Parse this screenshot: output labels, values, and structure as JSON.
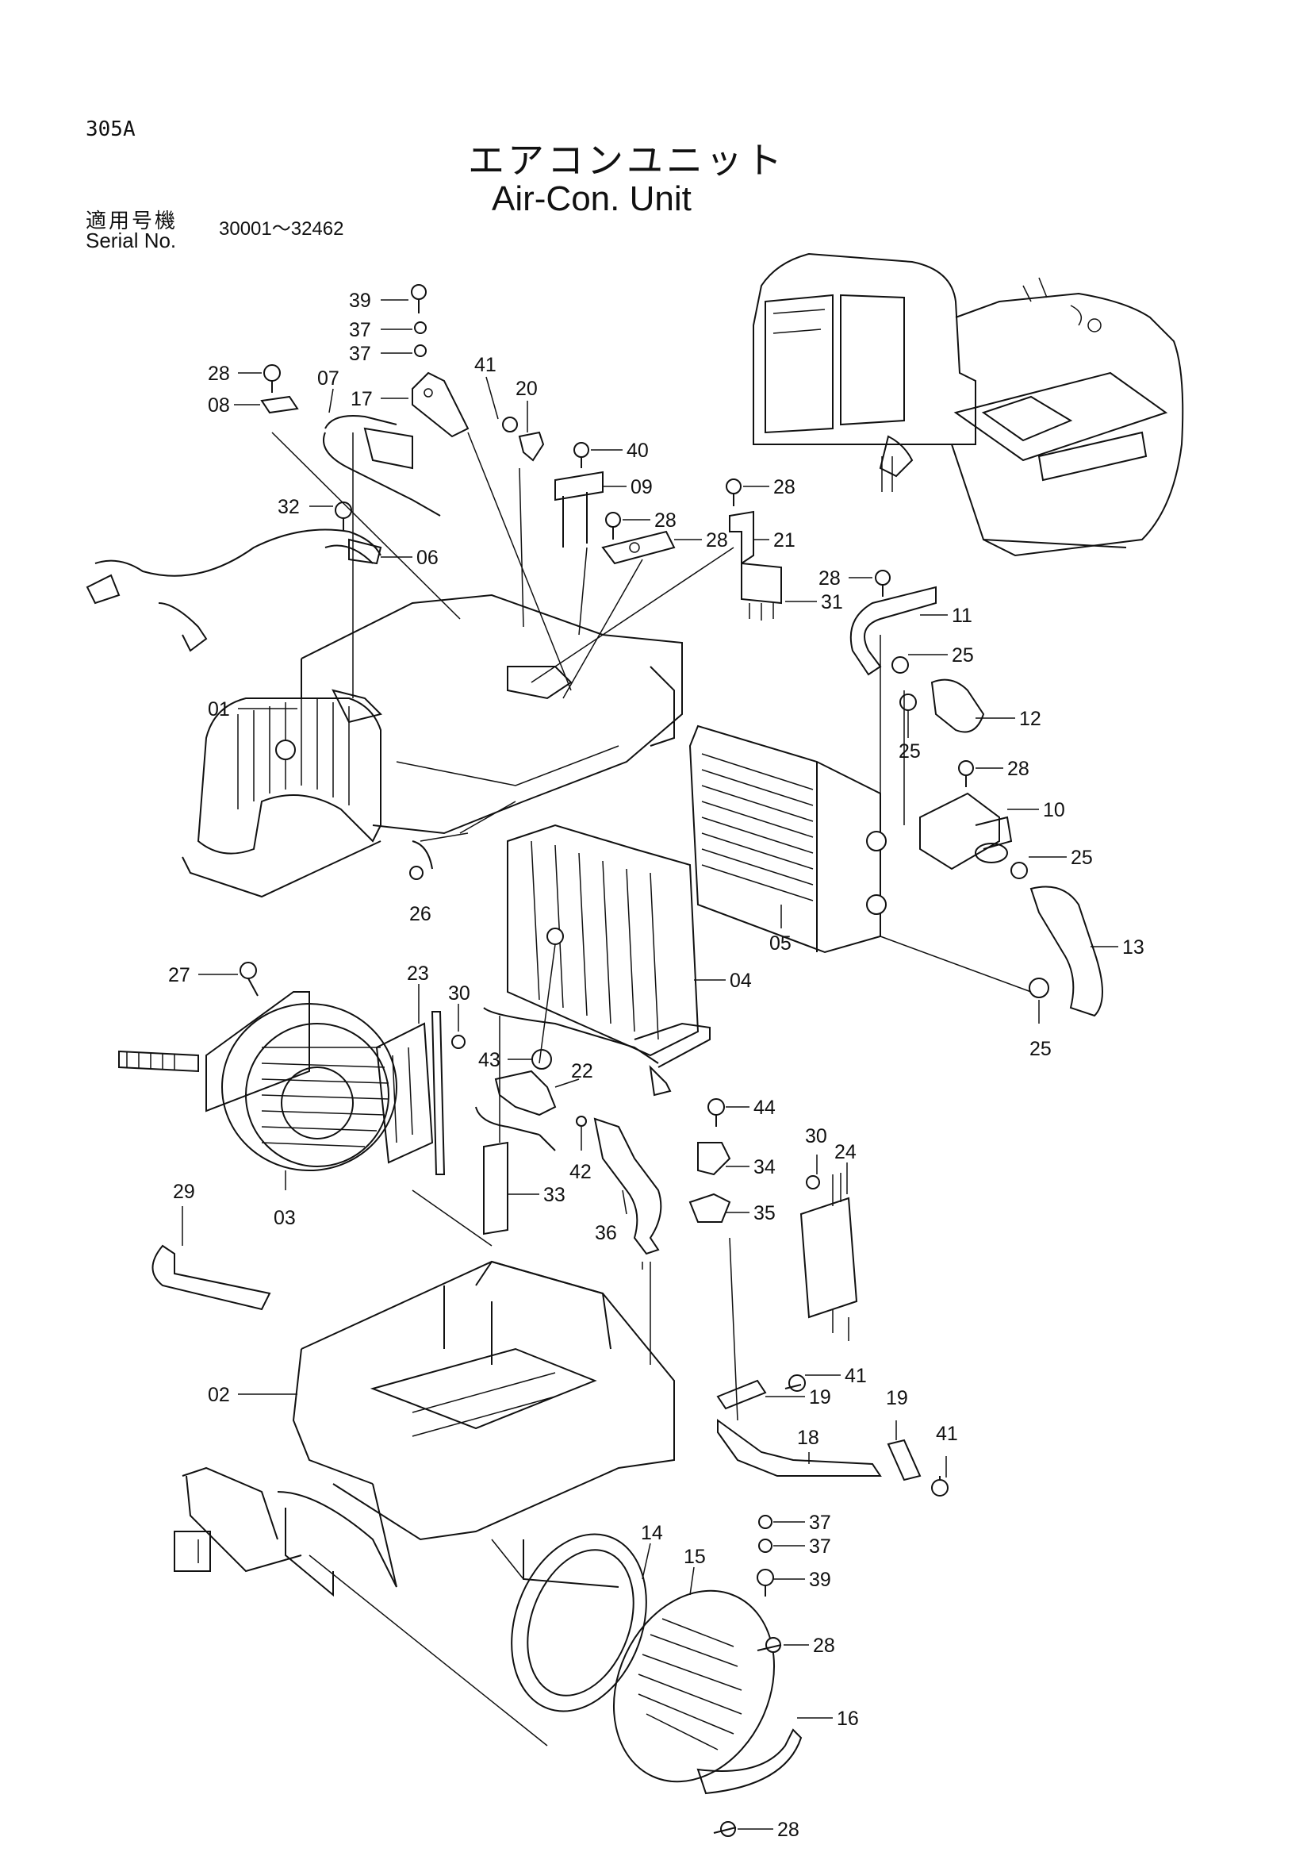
{
  "header": {
    "page_code": "305A",
    "title_jp": "エアコンユニット",
    "title_en": "Air-Con. Unit",
    "serial_label_jp": "適用号機",
    "serial_label_en": "Serial No.",
    "serial_range": "30001～32462"
  },
  "callouts": [
    {
      "id": "c39a",
      "text": "39"
    },
    {
      "id": "c37a",
      "text": "37"
    },
    {
      "id": "c37b",
      "text": "37"
    },
    {
      "id": "c28a",
      "text": "28"
    },
    {
      "id": "c07",
      "text": "07"
    },
    {
      "id": "c08",
      "text": "08"
    },
    {
      "id": "c17",
      "text": "17"
    },
    {
      "id": "c41a",
      "text": "41"
    },
    {
      "id": "c20",
      "text": "20"
    },
    {
      "id": "c40",
      "text": "40"
    },
    {
      "id": "c09",
      "text": "09"
    },
    {
      "id": "c28b",
      "text": "28"
    },
    {
      "id": "c28c",
      "text": "28"
    },
    {
      "id": "c28d",
      "text": "28"
    },
    {
      "id": "c21",
      "text": "21"
    },
    {
      "id": "c32",
      "text": "32"
    },
    {
      "id": "c06",
      "text": "06"
    },
    {
      "id": "c28e",
      "text": "28"
    },
    {
      "id": "c31",
      "text": "31"
    },
    {
      "id": "c11",
      "text": "11"
    },
    {
      "id": "c25a",
      "text": "25"
    },
    {
      "id": "c12",
      "text": "12"
    },
    {
      "id": "c25b",
      "text": "25"
    },
    {
      "id": "c01",
      "text": "01"
    },
    {
      "id": "c28f",
      "text": "28"
    },
    {
      "id": "c10",
      "text": "10"
    },
    {
      "id": "c25c",
      "text": "25"
    },
    {
      "id": "c26",
      "text": "26"
    },
    {
      "id": "c05",
      "text": "05"
    },
    {
      "id": "c13",
      "text": "13"
    },
    {
      "id": "c27",
      "text": "27"
    },
    {
      "id": "c23",
      "text": "23"
    },
    {
      "id": "c30a",
      "text": "30"
    },
    {
      "id": "c04",
      "text": "04"
    },
    {
      "id": "c25d",
      "text": "25"
    },
    {
      "id": "c43",
      "text": "43"
    },
    {
      "id": "c22",
      "text": "22"
    },
    {
      "id": "c44",
      "text": "44"
    },
    {
      "id": "c42",
      "text": "42"
    },
    {
      "id": "c30b",
      "text": "30"
    },
    {
      "id": "c24",
      "text": "24"
    },
    {
      "id": "c34",
      "text": "34"
    },
    {
      "id": "c03",
      "text": "03"
    },
    {
      "id": "c33",
      "text": "33"
    },
    {
      "id": "c29",
      "text": "29"
    },
    {
      "id": "c35",
      "text": "35"
    },
    {
      "id": "c36",
      "text": "36"
    },
    {
      "id": "c41b",
      "text": "41"
    },
    {
      "id": "c19a",
      "text": "19"
    },
    {
      "id": "c02",
      "text": "02"
    },
    {
      "id": "c19b",
      "text": "19"
    },
    {
      "id": "c18",
      "text": "18"
    },
    {
      "id": "c41c",
      "text": "41"
    },
    {
      "id": "c37c",
      "text": "37"
    },
    {
      "id": "c37d",
      "text": "37"
    },
    {
      "id": "c14",
      "text": "14"
    },
    {
      "id": "c15",
      "text": "15"
    },
    {
      "id": "c39b",
      "text": "39"
    },
    {
      "id": "c28g",
      "text": "28"
    },
    {
      "id": "c16",
      "text": "16"
    },
    {
      "id": "c28h",
      "text": "28"
    }
  ]
}
